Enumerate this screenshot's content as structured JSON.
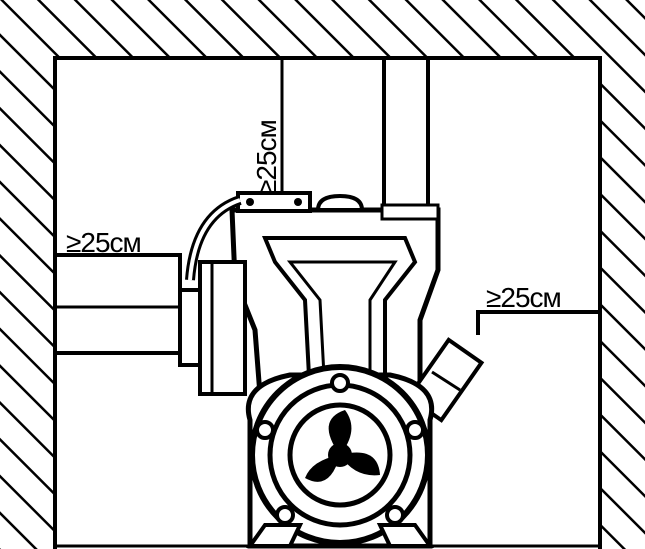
{
  "clearance_labels": {
    "top": "≥25см",
    "left": "≥25см",
    "right": "≥25см"
  },
  "colors": {
    "line": "#000000",
    "fill": "#ffffff"
  }
}
